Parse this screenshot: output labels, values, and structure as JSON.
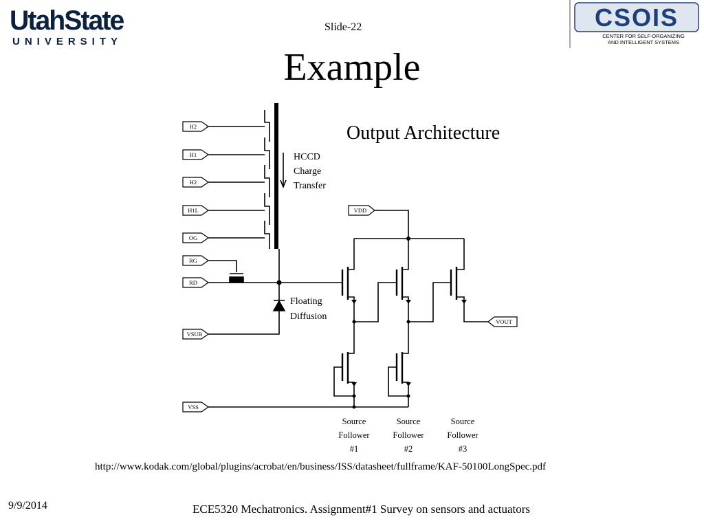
{
  "header": {
    "logo_line1": "UtahState",
    "logo_line2": "UNIVERSITY",
    "slide_number": "Slide-22",
    "title": "Example",
    "csois_logo": "CSOIS",
    "csois_line1": "CENTER FOR SELF-ORGANIZING",
    "csois_line2": "AND INTELLIGENT SYSTEMS"
  },
  "diagram": {
    "caption": "Output Architecture",
    "pins": [
      "H2",
      "H1",
      "H2",
      "H1L",
      "OG",
      "RG",
      "RD",
      "VSUB",
      "VSS",
      "VDD",
      "VOUT"
    ],
    "hccd_label": [
      "HCCD",
      "Charge",
      "Transfer"
    ],
    "diffusion_label": [
      "Floating",
      "Diffusion"
    ],
    "followers": [
      [
        "Source",
        "Follower",
        "#1"
      ],
      [
        "Source",
        "Follower",
        "#2"
      ],
      [
        "Source",
        "Follower",
        "#3"
      ]
    ]
  },
  "source_url": "http://www.kodak.com/global/plugins/acrobat/en/business/ISS/datasheet/fullframe/KAF-50100LongSpec.pdf",
  "footer": {
    "date": "9/9/2014",
    "course": "ECE5320 Mechatronics. Assignment#1 Survey on sensors and actuators"
  },
  "colors": {
    "usu_navy": "#0b2140",
    "csois_blue": "#1d3f7a"
  }
}
